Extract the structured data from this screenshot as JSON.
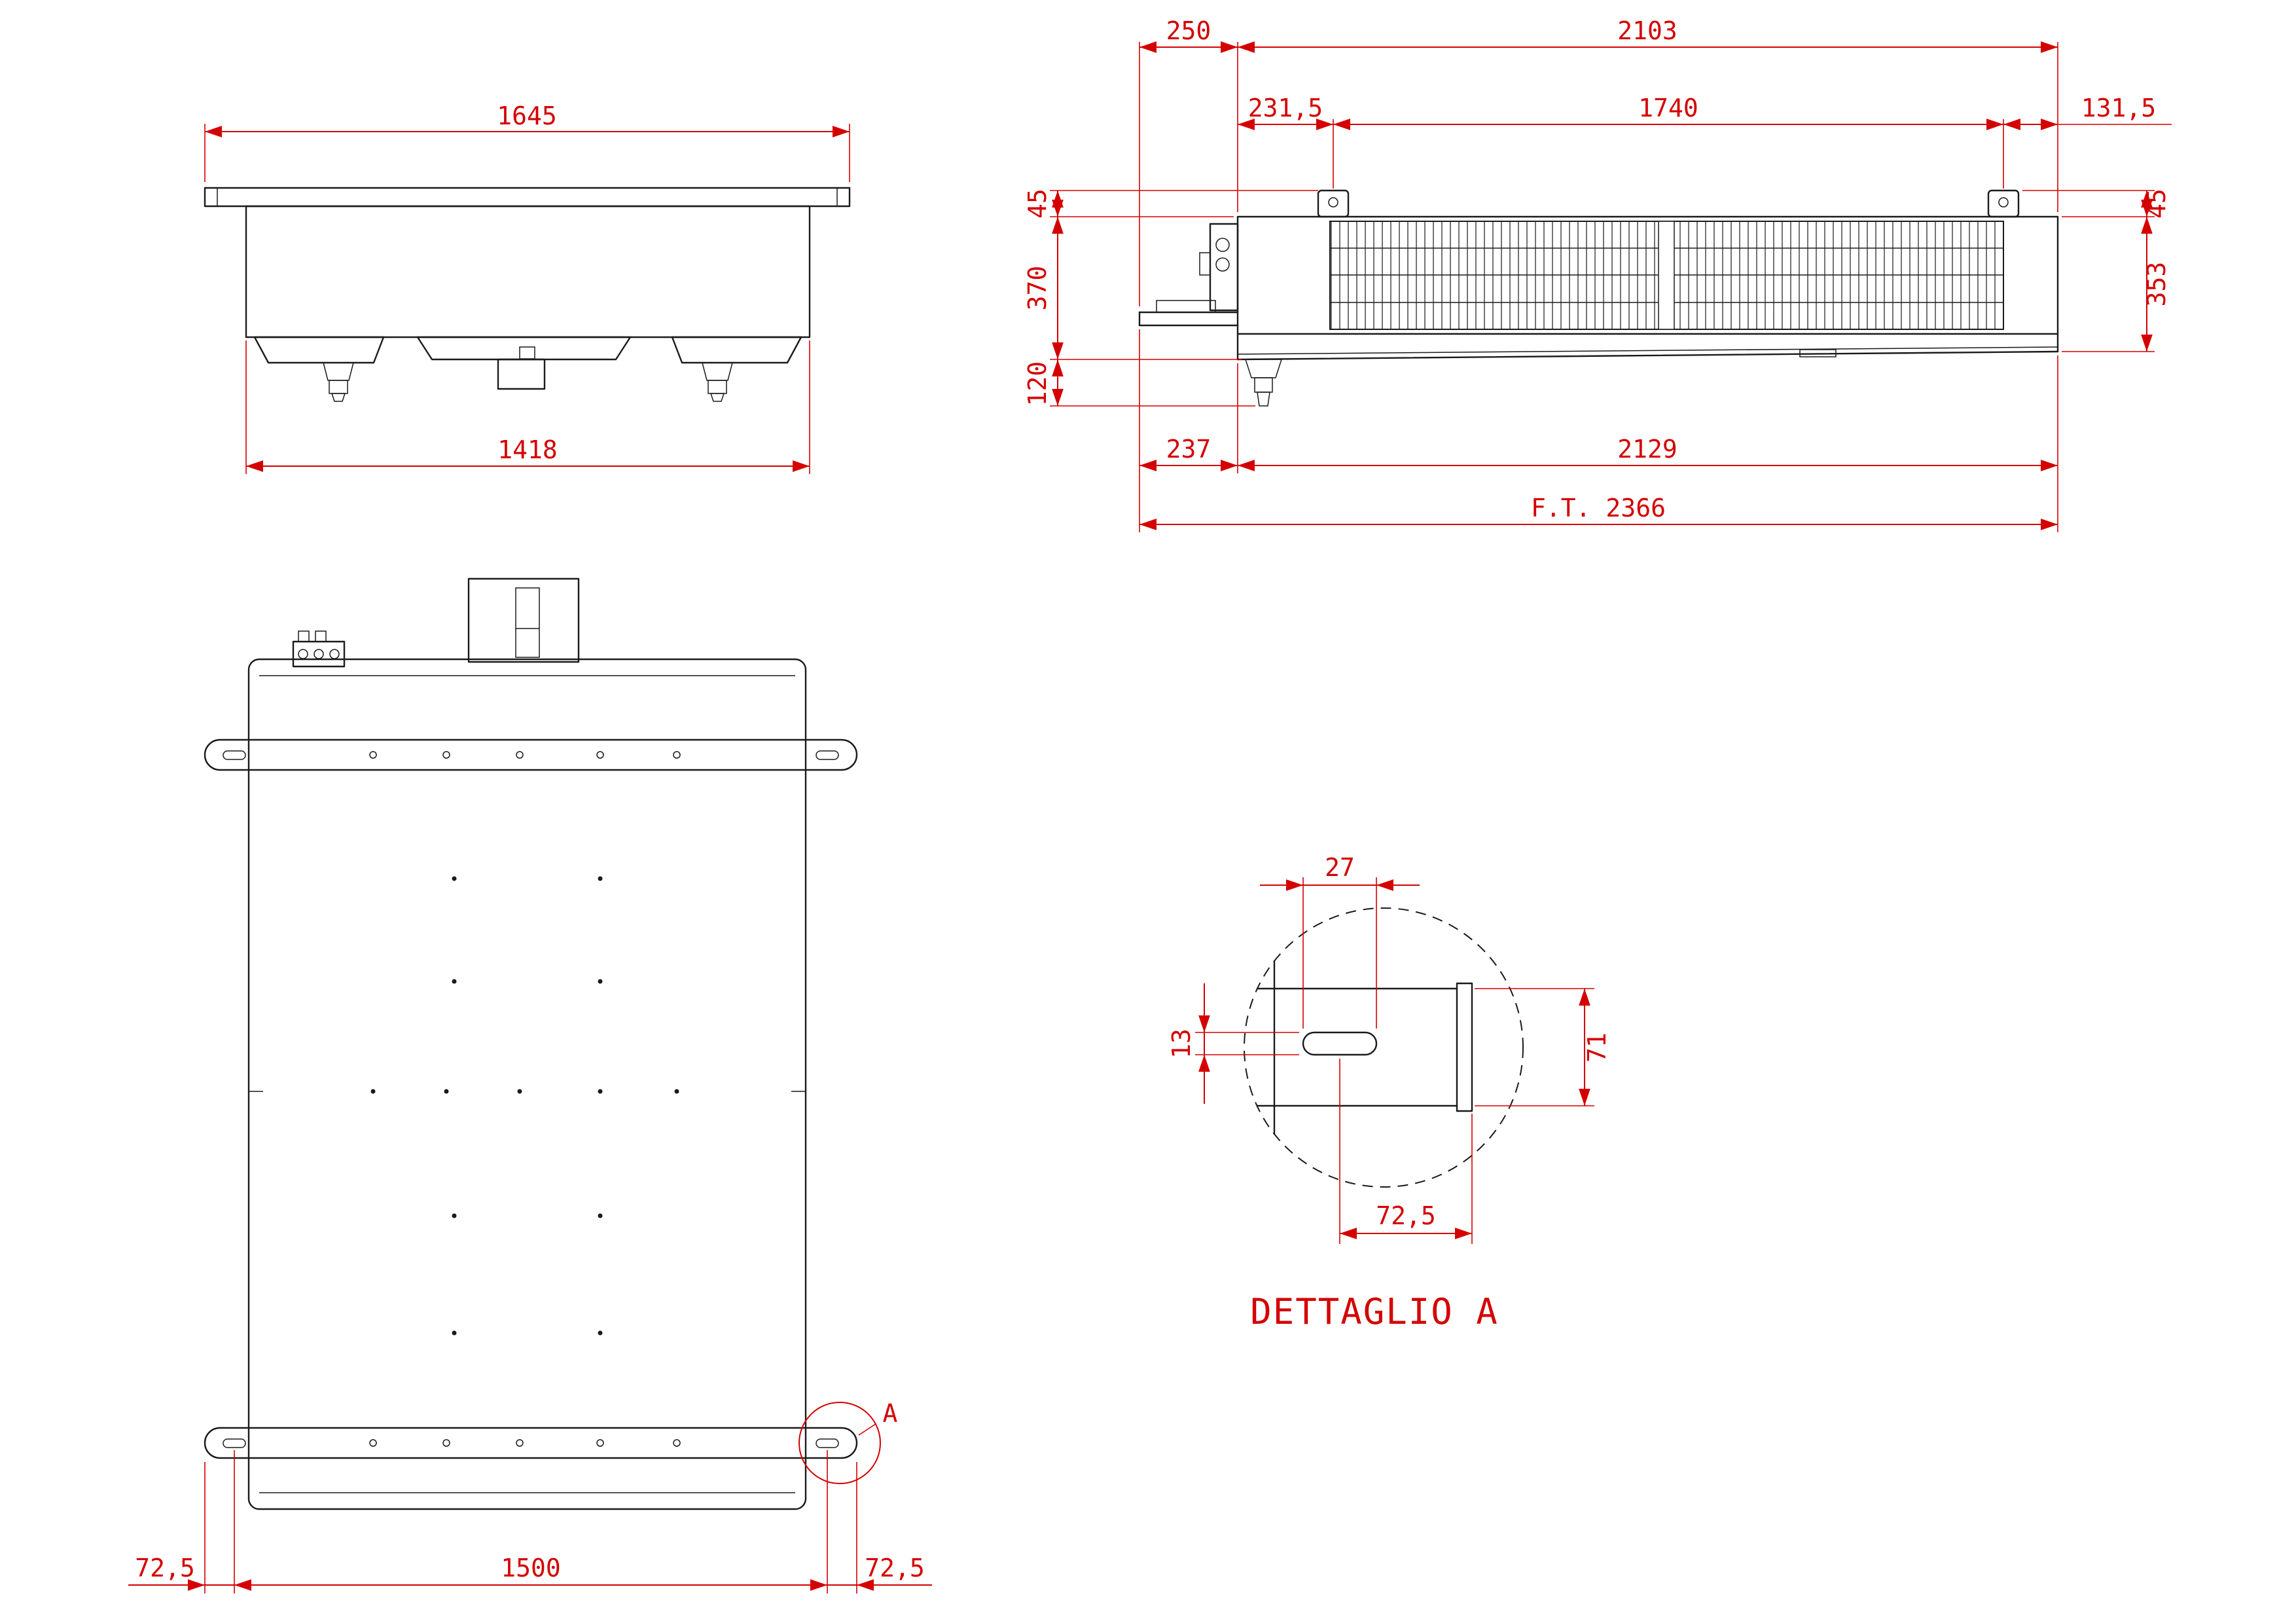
{
  "colors": {
    "dimension_red": "#d40000",
    "line_black": "#1a1a1a",
    "background": "#ffffff"
  },
  "views": {
    "front": {
      "dim_top_width": "1645",
      "dim_bottom_width": "1418"
    },
    "side": {
      "dim_left_offset_top": "250",
      "dim_top_width": "2103",
      "dim_bracket_left": "231,5",
      "dim_bracket_span": "1740",
      "dim_bracket_right": "131,5",
      "dim_left_upper": "45",
      "dim_left_mid": "370",
      "dim_left_lower": "120",
      "dim_right_upper": "45",
      "dim_right_height": "353",
      "dim_bottom_offset": "237",
      "dim_bottom_width": "2129",
      "dim_overall": "F.T. 2366"
    },
    "plan": {
      "dim_margin_left": "72,5",
      "dim_rail_span": "1500",
      "dim_margin_right": "72,5",
      "detail_marker": "A"
    },
    "detail": {
      "title": "DETTAGLIO A",
      "dim_slot_length": "27",
      "dim_slot_width": "13",
      "dim_bracket_height": "71",
      "dim_slot_offset": "72,5"
    }
  }
}
